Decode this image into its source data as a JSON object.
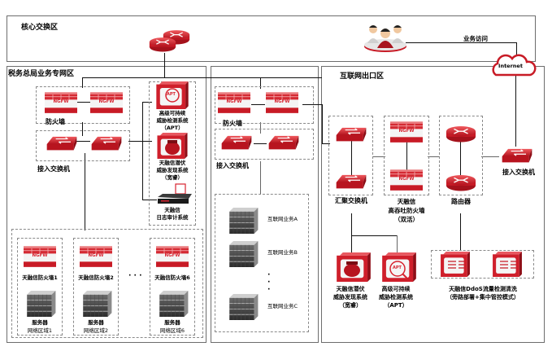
{
  "zones": {
    "core": {
      "title": "核心交换区"
    },
    "tax": {
      "title": "税务总局业务专网区"
    },
    "internet_exit": {
      "title": "互联网出口区"
    }
  },
  "tax_zone": {
    "firewall_label": "防火墙",
    "switch_label": "接入交换机",
    "apt_label": [
      "高级可持续",
      "威胁检测系统",
      "（APT）"
    ],
    "sandbox_label": [
      "天融信潜伏",
      "威胁发现系统",
      "（宽睿）"
    ],
    "log_label": [
      "天融信",
      "日志审计系统"
    ],
    "branches": [
      {
        "firewall": "天融信防火墙1",
        "server": "服务器",
        "region": "网络区域1"
      },
      {
        "firewall": "天融信防火墙2",
        "server": "服务器",
        "region": "网络区域2"
      },
      {
        "firewall": "天融信防火墙6",
        "server": "服务器",
        "region": "网络区域6"
      }
    ],
    "ellipsis": "· · ·"
  },
  "middle_zone": {
    "firewall_label": "防火墙",
    "switch_label": "接入交换机",
    "servers": [
      "互联网业务A",
      "互联网业务B",
      "互联网业务C"
    ],
    "ellipsis": "·"
  },
  "internet_zone": {
    "users_label": "业务访问",
    "cloud_label": "Internet",
    "agg_switch": "汇聚交换机",
    "ht_firewall": [
      "天融信",
      "高吞吐防火墙",
      "（双活）"
    ],
    "router": "路由器",
    "access_switch": "接入交换机",
    "sandbox": [
      "天融信潜伏",
      "威胁发现系统",
      "（宽睿）"
    ],
    "apt": [
      "高级可持续",
      "威胁检测系统",
      "（APT）"
    ],
    "ddos": [
      "天融信DdoS流量检测清洗",
      "（旁路部署+集中管控模式）"
    ]
  },
  "device_text": {
    "ngfw": "NGFW",
    "apt": "APT"
  },
  "colors": {
    "red": "#d7232f",
    "dark_red": "#9e1420",
    "border": "#6d6d6d",
    "dash": "#8a8a8a"
  }
}
